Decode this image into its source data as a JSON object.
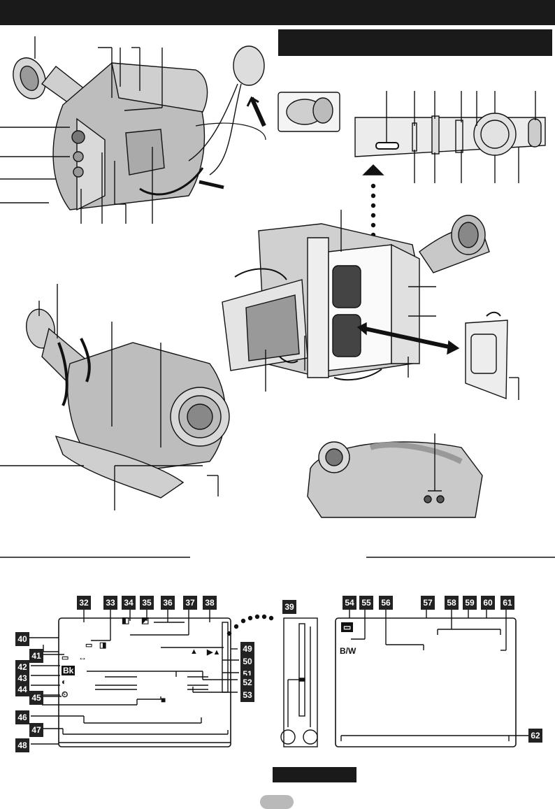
{
  "page": {
    "header_bar": "",
    "section_heading": ""
  },
  "callouts_left": {
    "row_a": [
      "32",
      "33",
      "34",
      "35",
      "36",
      "37",
      "38"
    ],
    "row_a_extra": "39",
    "left_column": [
      "40",
      "41",
      "42",
      "43",
      "44",
      "45",
      "46",
      "47",
      "48"
    ],
    "right_column": [
      "49",
      "50",
      "51",
      "52",
      "53"
    ]
  },
  "callouts_right": {
    "top_row": [
      "54",
      "55",
      "56",
      "57",
      "58",
      "59",
      "60",
      "61"
    ],
    "bottom": "62"
  },
  "osd_left": {
    "tape_icon": "tape-icon",
    "arrows": "↔",
    "bk_label": "Bk",
    "timer_icon": "self-timer-icon",
    "focus_a": "▲",
    "focus_b": "▶▲"
  },
  "osd_right": {
    "bw_label": "B/W"
  },
  "footer": {
    "label_pill": "",
    "page_number": ""
  }
}
